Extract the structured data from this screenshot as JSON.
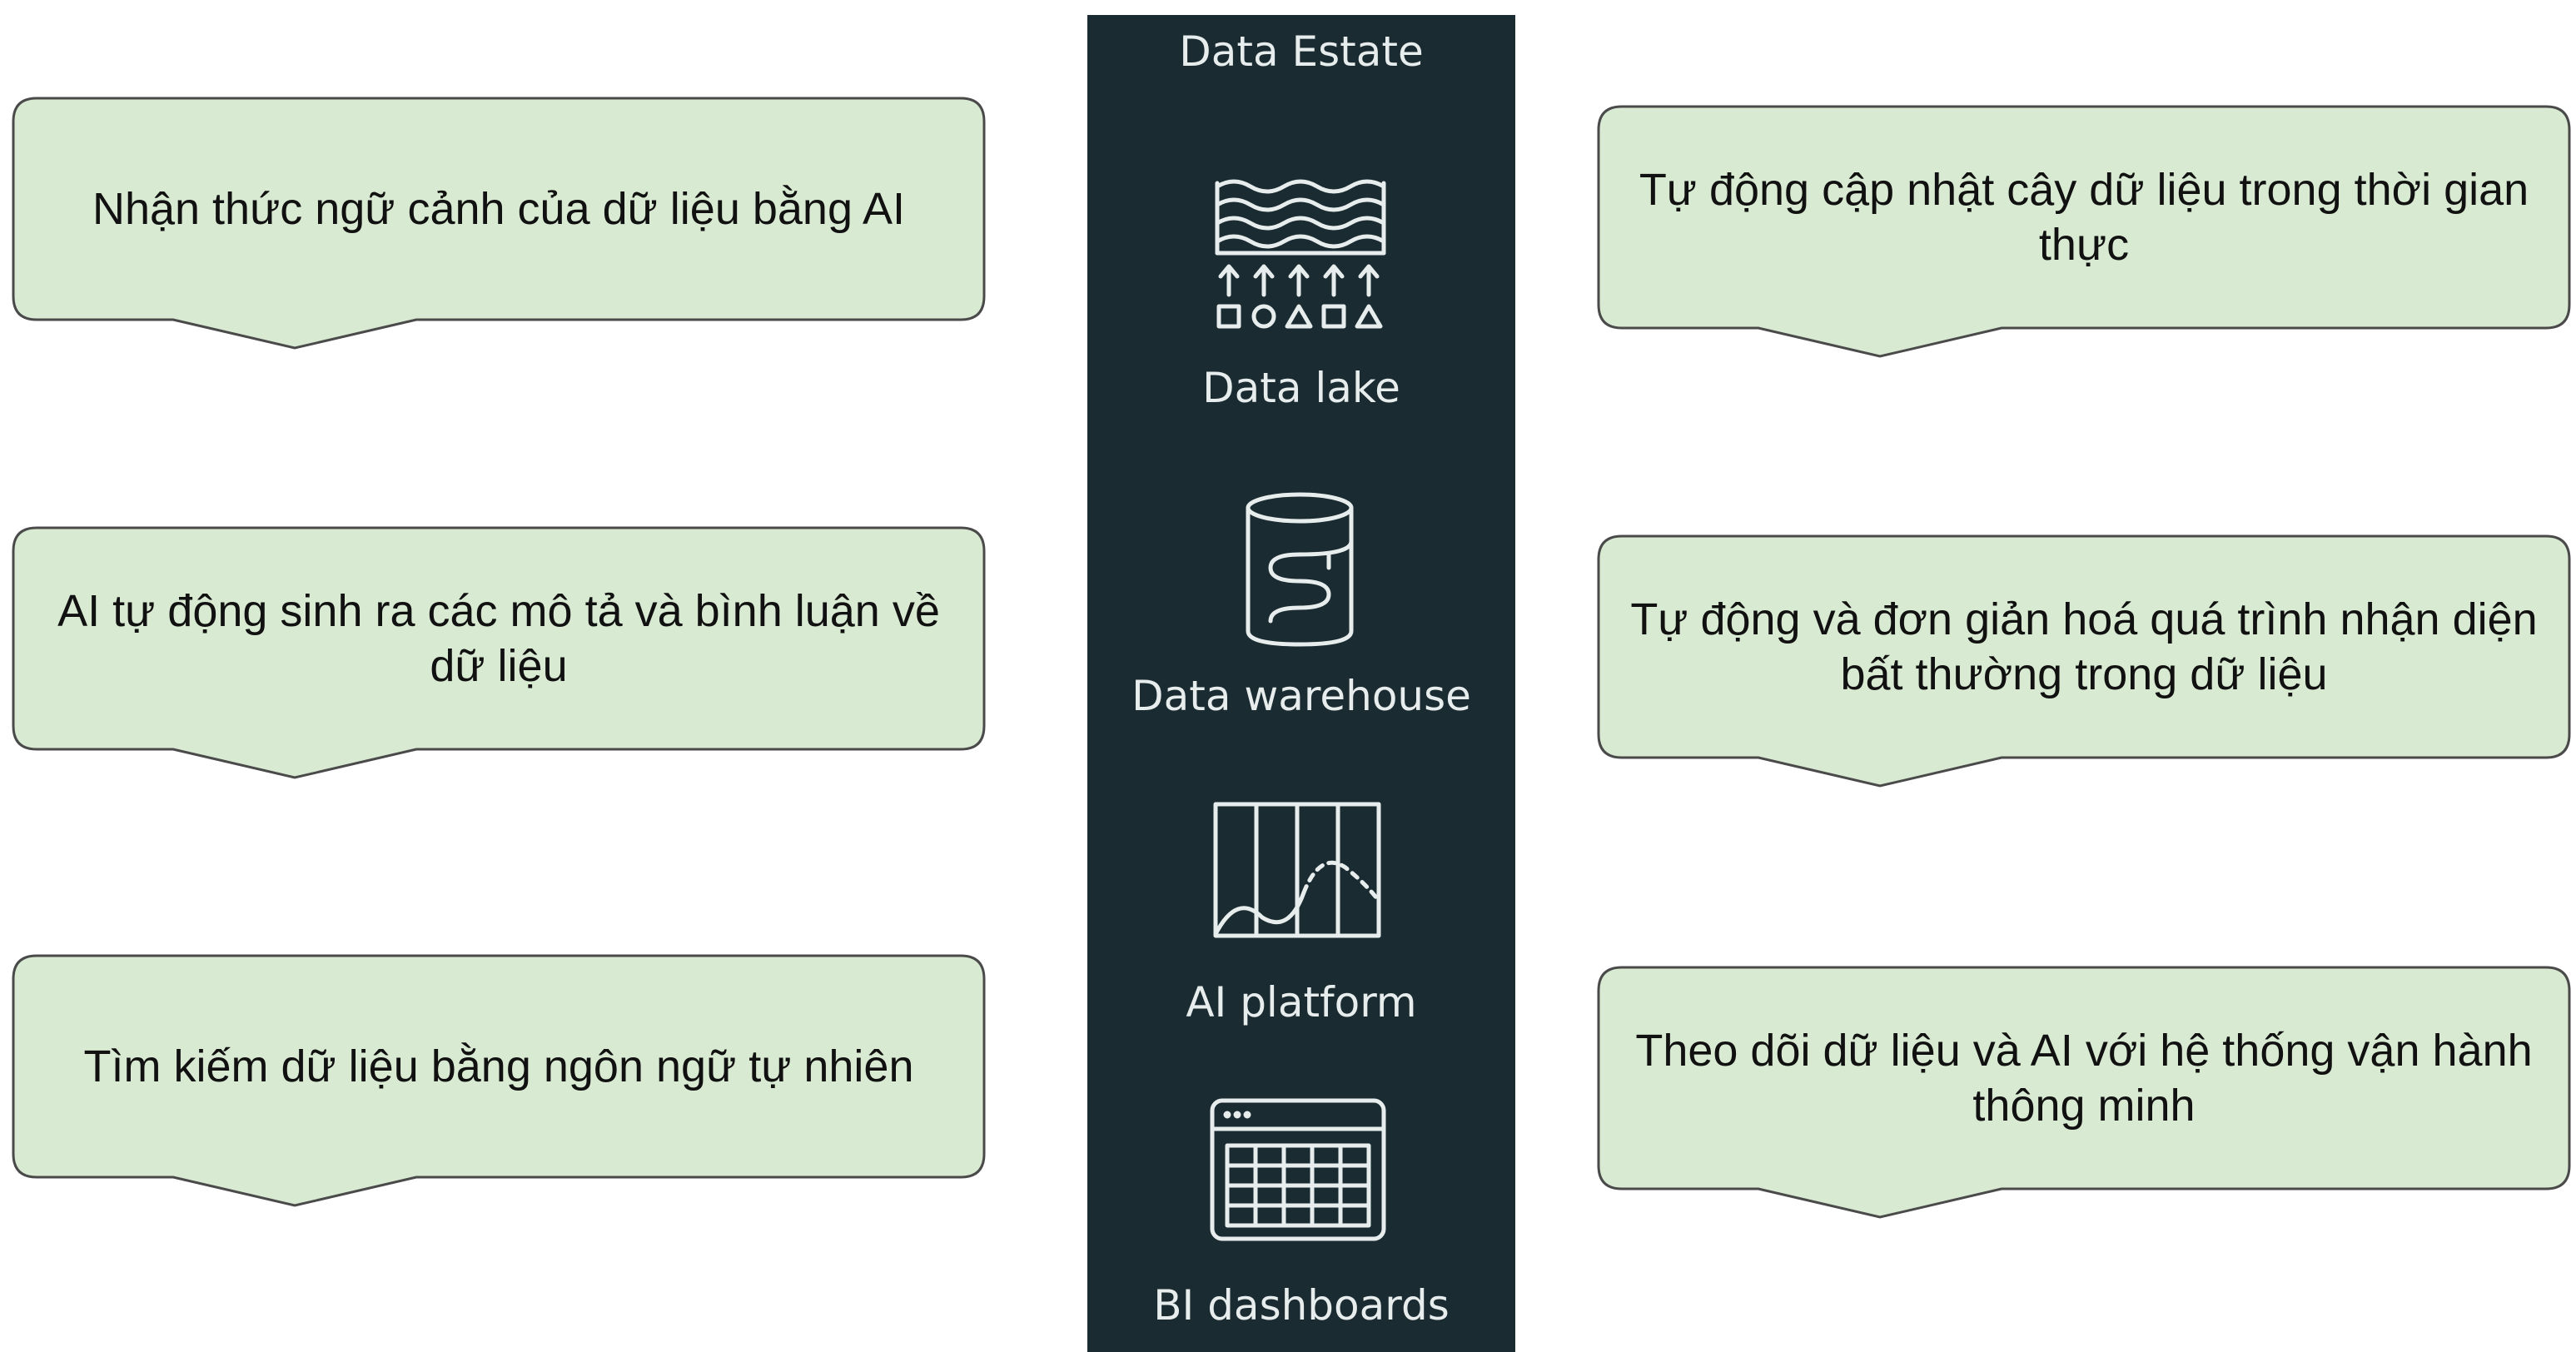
{
  "data_estate": {
    "title": "Data Estate",
    "items": [
      {
        "label": "Data lake",
        "icon": "data-lake-icon"
      },
      {
        "label": "Data warehouse",
        "icon": "database-icon"
      },
      {
        "label": "AI platform",
        "icon": "ai-platform-chart-icon"
      },
      {
        "label": "BI dashboards",
        "icon": "dashboard-table-icon"
      }
    ]
  },
  "left_callouts": [
    {
      "text": "Nhận thức ngữ cảnh của dữ liệu bằng AI"
    },
    {
      "text": "AI tự động sinh ra các mô tả và bình luận về dữ liệu"
    },
    {
      "text": "Tìm kiếm dữ liệu bằng ngôn ngữ tự nhiên"
    }
  ],
  "right_callouts": [
    {
      "text": "Tự động cập nhật cây dữ liệu trong thời gian thực"
    },
    {
      "text": "Tự động và đơn giản hoá quá trình nhận diện bất thường trong dữ liệu"
    },
    {
      "text": "Theo dõi dữ liệu và AI với hệ thống vận hành thông minh"
    }
  ],
  "colors": {
    "panel_background": "#1a2b31",
    "panel_text": "#e7ecec",
    "callout_fill": "#d9ead3",
    "callout_stroke": "#4a4a4a"
  }
}
